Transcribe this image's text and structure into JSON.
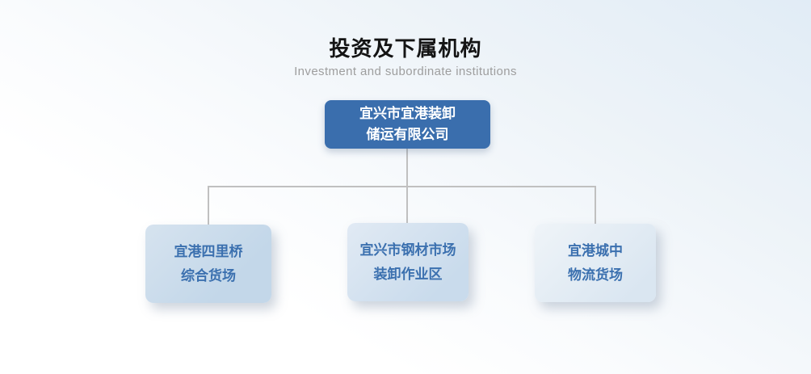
{
  "header": {
    "title": "投资及下属机构",
    "subtitle": "Investment and subordinate institutions"
  },
  "org_chart": {
    "root": {
      "name": "宜兴市宜港装卸储运有限公司",
      "lines": [
        "宜兴市宜港装卸",
        "储运有限公司"
      ]
    },
    "children": [
      {
        "name": "宜港四里桥综合货场",
        "lines": [
          "宜港四里桥",
          "综合货场"
        ]
      },
      {
        "name": "宜兴市钢材市场装卸作业区",
        "lines": [
          "宜兴市钢材市场",
          "装卸作业区"
        ]
      },
      {
        "name": "宜港城中物流货场",
        "lines": [
          "宜港城中",
          "物流货场"
        ]
      }
    ]
  },
  "colors": {
    "root_box": "#3a6ead",
    "root_text": "#ffffff",
    "child_box_light": "#dce7f2",
    "child_box_dark": "#c3d7e9",
    "child_text": "#3b70af",
    "connector": "#c0c0c0",
    "title_text": "#141414",
    "subtitle_text": "#9e9e9e",
    "background_top": "#e1ecf6",
    "background_bottom": "#ffffff"
  }
}
